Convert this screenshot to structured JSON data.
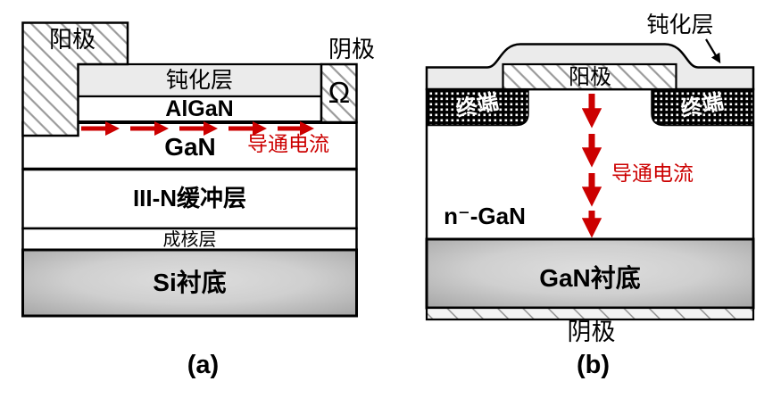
{
  "colors": {
    "current_red": "#CC0000",
    "passivation_gray": "#EBEBEB",
    "hatch_line": "#9b9b9b",
    "substrate_edge": "#9f9f9f",
    "substrate_center": "#dedede"
  },
  "figure_a": {
    "caption": "(a)",
    "anode_label": "阳极",
    "cathode_label": "阴极",
    "ohmic_symbol": "Ω",
    "passivation_label": "钝化层",
    "algan_label": "AlGaN",
    "gan_label": "GaN",
    "on_current_label": "导通电流",
    "buffer_label": "III-N缓冲层",
    "nucleation_label": "成核层",
    "substrate_label": "Si衬底"
  },
  "figure_b": {
    "caption": "(b)",
    "passivation_label": "钝化层",
    "anode_label": "阳极",
    "termination_left_label": "终端",
    "termination_right_label": "终端",
    "drift_label": "n⁻-GaN",
    "on_current_label": "导通电流",
    "substrate_label": "GaN衬底",
    "cathode_label": "阴极"
  }
}
